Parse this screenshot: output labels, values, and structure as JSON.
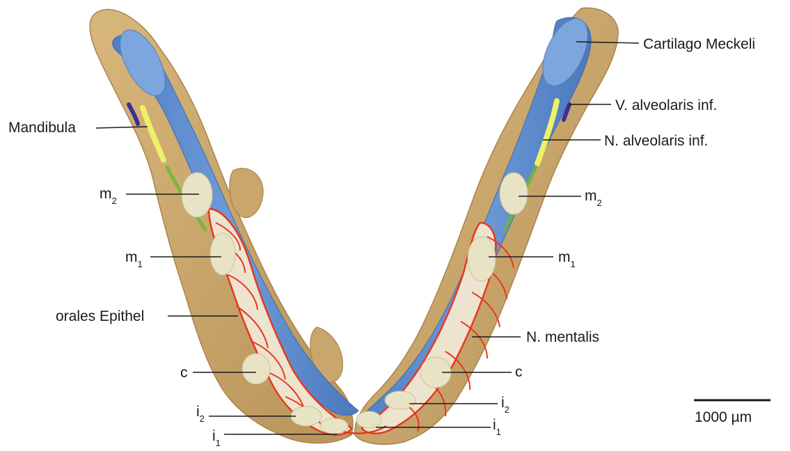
{
  "labels": {
    "cartilago": "Cartilago Meckeli",
    "v_alveolaris": "V. alveolaris inf.",
    "n_alveolaris": "N. alveolaris inf.",
    "mandibula": "Mandibula",
    "m2_left": {
      "base": "m",
      "sub": "2"
    },
    "m2_right": {
      "base": "m",
      "sub": "2"
    },
    "m1_left": {
      "base": "m",
      "sub": "1"
    },
    "m1_right": {
      "base": "m",
      "sub": "1"
    },
    "orales_epithel": "orales Epithel",
    "n_mentalis": "N. mentalis",
    "c_left": "c",
    "c_right": "c",
    "i2_left": {
      "base": "i",
      "sub": "2"
    },
    "i2_right": {
      "base": "i",
      "sub": "2"
    },
    "i1_left": {
      "base": "i",
      "sub": "1"
    },
    "i1_right": {
      "base": "i",
      "sub": "1"
    }
  },
  "scale_bar": {
    "label": "1000 µm"
  },
  "colors": {
    "bone": "#c9a66b",
    "bone_dark": "#a8844c",
    "cartilage": "#5f8fd0",
    "cartilage_light": "#8fb5e6",
    "tooth": "#e8e3c4",
    "epithel": "#ede4cf",
    "epithel_outline": "#e8371f",
    "nerve": "#eef06a",
    "vein": "#3a2e9a",
    "green": "#6bb83a",
    "line": "#1a1a1a"
  }
}
